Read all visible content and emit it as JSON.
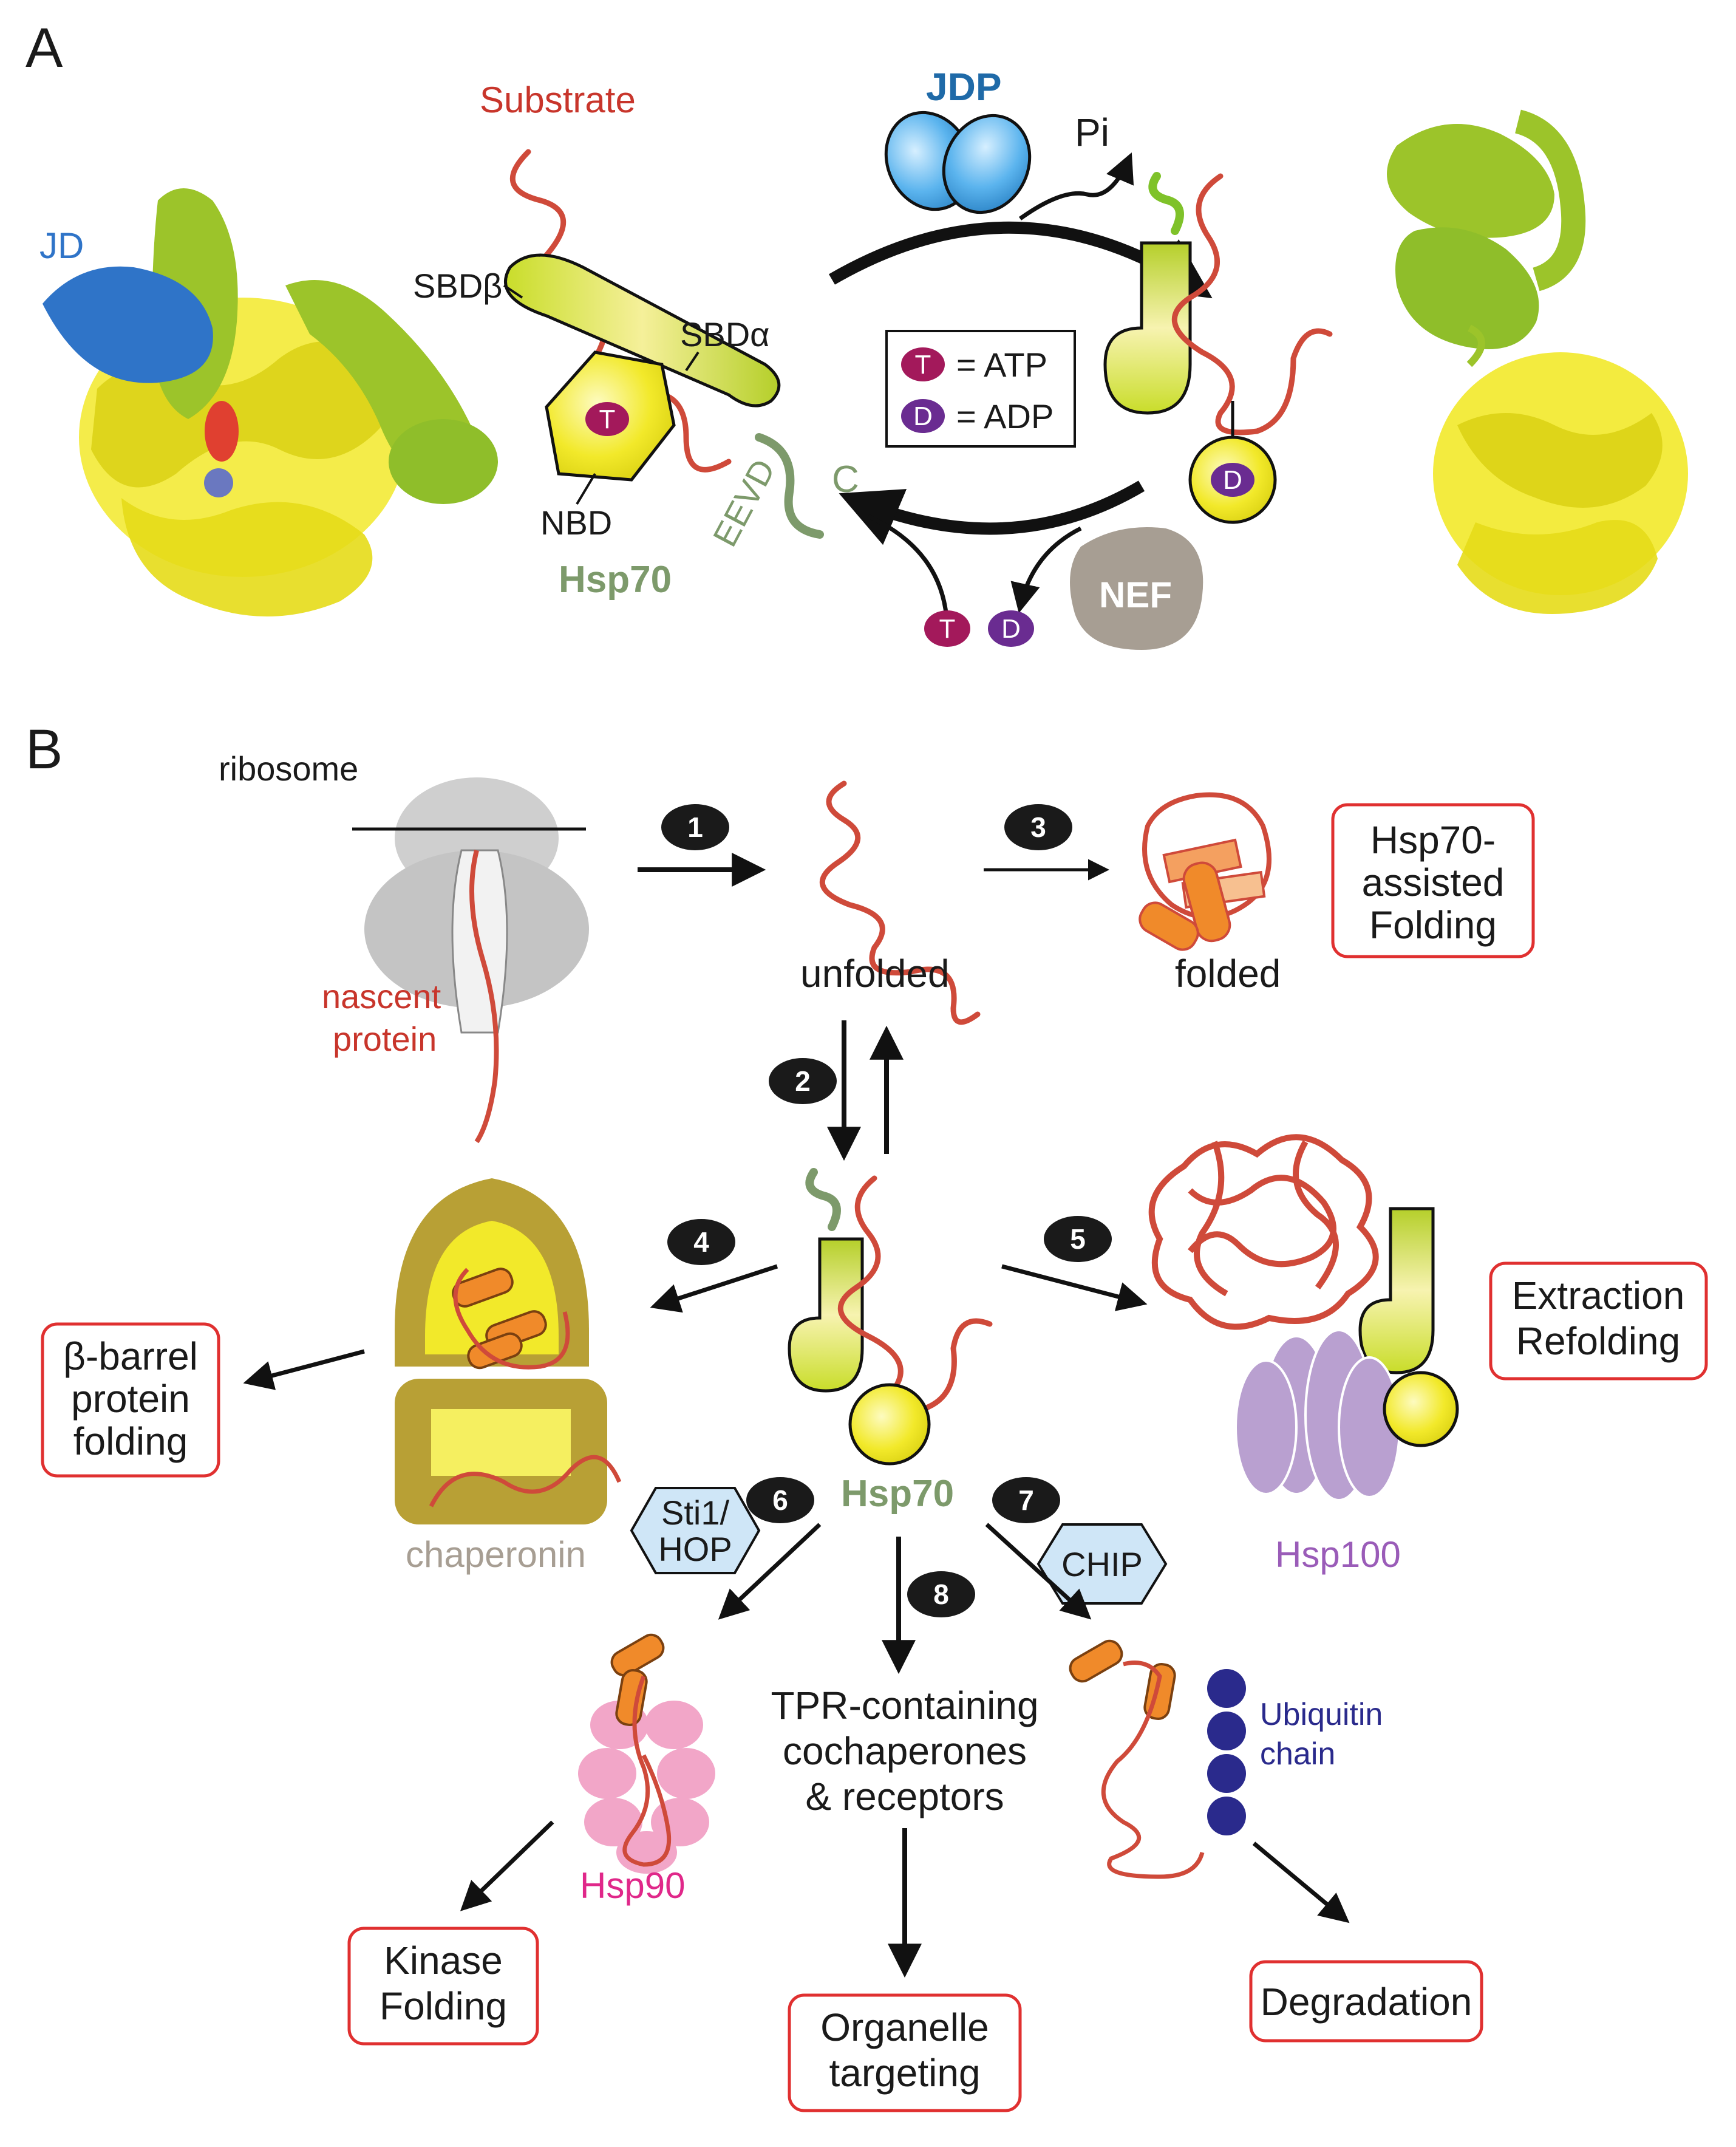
{
  "panels": {
    "a": "A",
    "b": "B"
  },
  "colors": {
    "substrate": "#cf4a3a",
    "hsp70_yellow": "#f2e92a",
    "hsp70_green": "#b9d32a",
    "jdp_blue": "#3aa0e0",
    "atp": "#a3195b",
    "adp": "#6a2c91",
    "nef": "#a79e93",
    "chaperonin": "#b8a035",
    "hsp100": "#b9a0d0",
    "hsp90": "#f2a6c8",
    "ubiquitin": "#2a2a8c",
    "box_border": "#e03030"
  },
  "panel_a": {
    "jd_label": "JD",
    "substrate_label": "Substrate",
    "sbd_beta": "SBDβ",
    "sbd_alpha": "SBDα",
    "nbd": "NBD",
    "eevd": "EEVD",
    "c_term": "C",
    "hsp70": "Hsp70",
    "jdp": "JDP",
    "pi": "Pi",
    "nef": "NEF",
    "atp_symbol": "T",
    "adp_symbol": "D",
    "legend_atp": "= ATP",
    "legend_adp": "= ADP"
  },
  "panel_b": {
    "ribosome": "ribosome",
    "nascent": "nascent",
    "protein": "protein",
    "unfolded": "unfolded",
    "folded": "folded",
    "chaperonin": "chaperonin",
    "hsp70": "Hsp70",
    "hsp100": "Hsp100",
    "hsp90": "Hsp90",
    "ubiquitin": "Ubiquitin",
    "chain": "chain",
    "sti1": "Sti1/",
    "hop": "HOP",
    "chip": "CHIP",
    "tpr1": "TPR-containing",
    "tpr2": "cochaperones",
    "tpr3": "& receptors",
    "steps": [
      "1",
      "2",
      "3",
      "4",
      "5",
      "6",
      "7",
      "8"
    ],
    "boxes": {
      "assisted": [
        "Hsp70-",
        "assisted",
        "Folding"
      ],
      "extraction": [
        "Extraction",
        "Refolding"
      ],
      "barrel": [
        "β-barrel",
        "protein",
        "folding"
      ],
      "kinase": [
        "Kinase",
        "Folding"
      ],
      "organelle": [
        "Organelle",
        "targeting"
      ],
      "degradation": [
        "Degradation"
      ]
    }
  }
}
